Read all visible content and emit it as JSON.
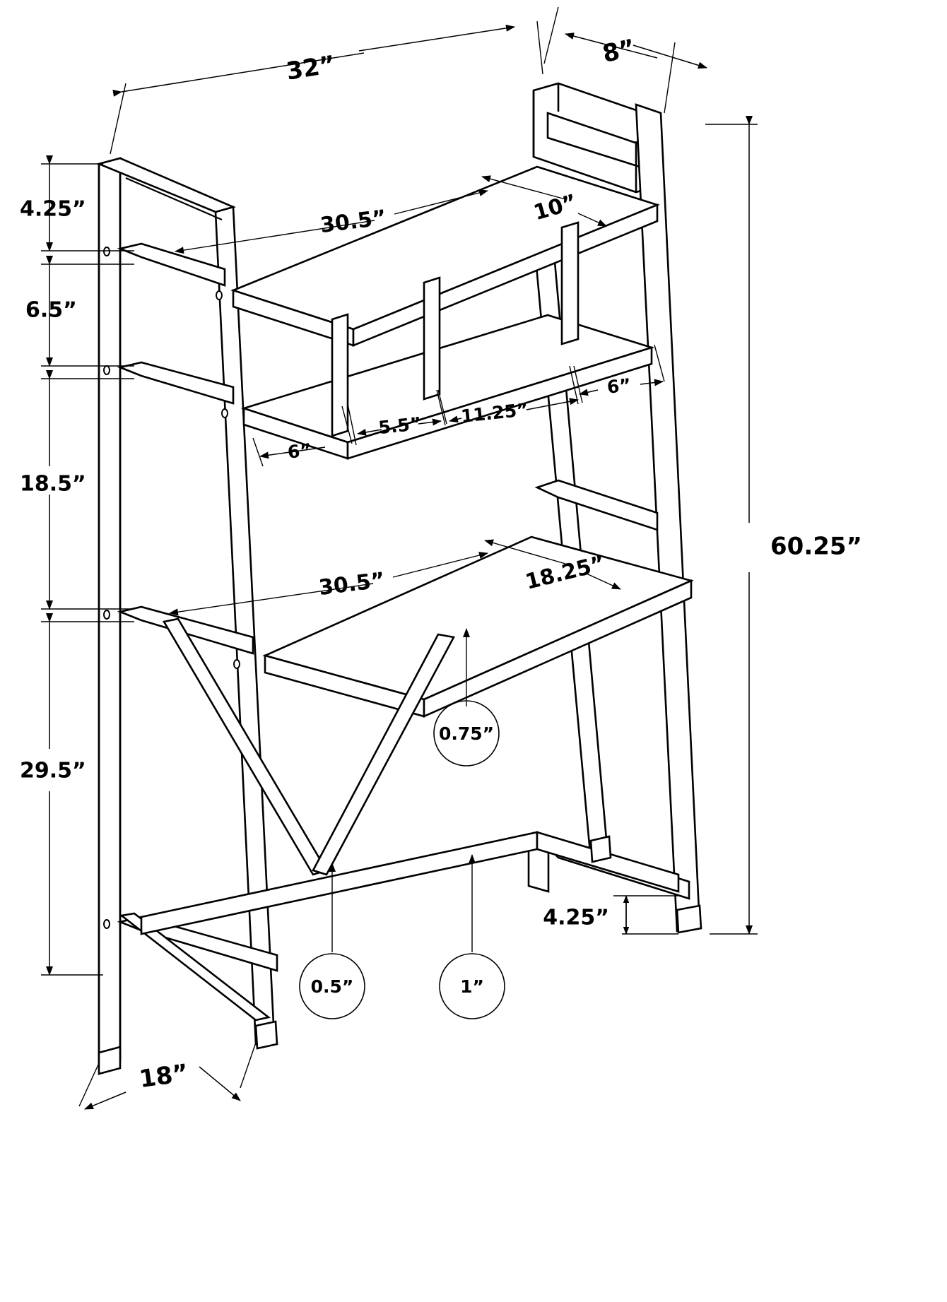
{
  "drawing": {
    "type": "technical-dimension-drawing",
    "subject": "Ladder bookcase desk with 4 shelves, metal frame",
    "units": "inches",
    "unit_symbol": "”",
    "background_color": "#ffffff",
    "line_color": "#000000"
  },
  "dimensions": {
    "overall_width_top": "32”",
    "overall_depth_top": "8”",
    "overall_height": "60.25”",
    "base_depth": "18”",
    "top_shelf_clear_height": "4.25”",
    "second_shelf_clear_height": "6.5”",
    "third_gap_height": "18.5”",
    "lower_section_height": "29.5”",
    "bottom_rail_height": "4.25”",
    "upper_shelf_width": "30.5”",
    "upper_shelf_depth": "10”",
    "desk_width": "30.5”",
    "desk_depth": "18.25”",
    "divider_left_offset": "6”",
    "divider_gap_a": "5.5”",
    "divider_gap_b": "11.25”",
    "divider_right_offset": "6”"
  },
  "callouts": [
    {
      "id": "callout-075",
      "label": "0.75”",
      "note": "desk top / shelf panel thickness"
    },
    {
      "id": "callout-05",
      "label": "0.5”",
      "note": "diagonal brace tube size"
    },
    {
      "id": "callout-1",
      "label": "1”",
      "note": "frame tube size"
    }
  ],
  "labels": {
    "w32": "32”",
    "d8": "8”",
    "h6025": "60.25”",
    "d18": "18”",
    "h425_top": "4.25”",
    "h65": "6.5”",
    "h185": "18.5”",
    "h295": "29.5”",
    "h425_bottom": "4.25”",
    "w305_upper": "30.5”",
    "d10": "10”",
    "w305_desk": "30.5”",
    "d1825": "18.25”",
    "w6_left": "6”",
    "w55": "5.5”",
    "w1125": "11.25”",
    "w6_right": "6”",
    "c075": "0.75”",
    "c05": "0.5”",
    "c1": "1”"
  }
}
